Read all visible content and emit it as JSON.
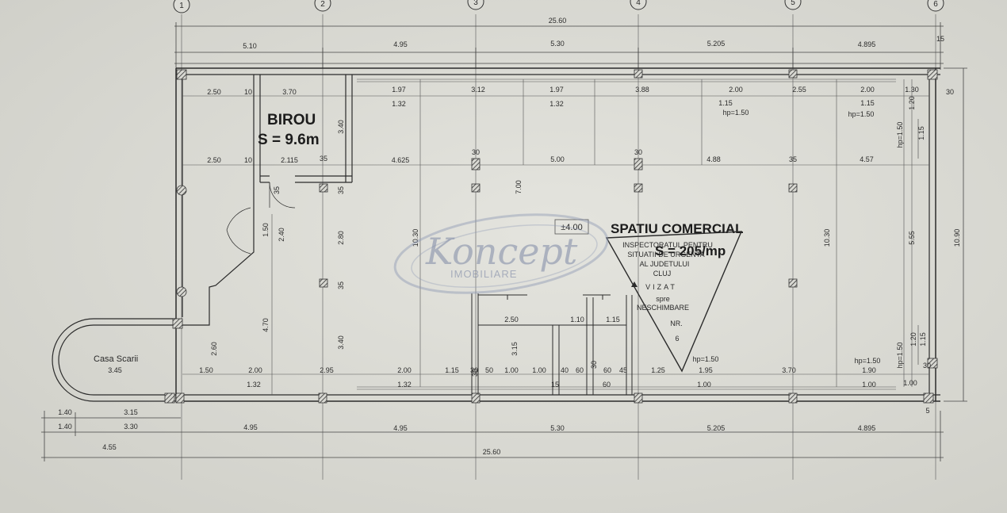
{
  "plan": {
    "axis_labels": [
      "1",
      "2",
      "3",
      "4",
      "5",
      "6"
    ],
    "overall_length": "25.60",
    "overall_width": "10.90",
    "top_segments": [
      "5.10",
      "4.95",
      "5.30",
      "5.205",
      "4.895"
    ],
    "bottom_segments": [
      "4.95",
      "4.95",
      "5.30",
      "5.205",
      "4.895"
    ],
    "bottom_left_dims": [
      "1.40",
      "3.15",
      "1.40",
      "3.30",
      "4.55"
    ],
    "edge_dims": [
      "15",
      "5"
    ],
    "window_row_top": [
      "2.50",
      "10",
      "3.70",
      "1.97",
      "3.12",
      "1.97",
      "3.88",
      "2.00",
      "2.55",
      "2.00",
      "1.30",
      "30"
    ],
    "window_row_top_sub": [
      "1.32",
      "1.32",
      "1.15",
      "hp=1.50",
      "1.15",
      "hp=1.50"
    ],
    "mid_row": [
      "2.50",
      "10",
      "2.115",
      "35",
      "4.625",
      "5.00",
      "4.88",
      "35",
      "4.57"
    ],
    "mid_row_small": [
      "30",
      "30",
      "35",
      "35",
      "35"
    ],
    "bottom_row": [
      "3.45",
      "1.50",
      "2.00",
      "2.95",
      "2.00",
      "1.15",
      "30",
      "50",
      "1.00",
      "1.00",
      "40",
      "60",
      "60",
      "45",
      "1.25",
      "1.95",
      "3.70",
      "1.90",
      "30"
    ],
    "bottom_row_sub": [
      "1.32",
      "1.32",
      "15",
      "60",
      "1.00",
      "1.00",
      "1.00"
    ],
    "hp_labels": [
      "hp=1.50",
      "hp=1.50"
    ],
    "inner_vertical": [
      "3.40",
      "1.50",
      "2.40",
      "2.80",
      "4.70",
      "3.40",
      "2.60",
      "7.00",
      "10.30",
      "3.15",
      "10.30",
      "5.55",
      "30"
    ],
    "right_vertical": [
      "1.20",
      "1.15",
      "hp=1.50",
      "1.20",
      "1.15",
      "hp=1.50"
    ],
    "inner_horizontal": [
      "2.50",
      "1.10",
      "1.15",
      "30"
    ],
    "level_mark": "±4.00",
    "office_title": "BIROU",
    "office_area": "S = 9.6m",
    "commercial_title": "SPATIU COMERCIAL",
    "commercial_area": "S = 205/mp",
    "stairs_label": "Casa Scarii",
    "stamp": {
      "lines": [
        "INSPECTORATUL PENTRU",
        "SITUATII DE URGENTA",
        "AL JUDETULUI",
        "CLUJ"
      ],
      "status": "VIZAT",
      "note_1": "spre",
      "note_2": "NESCHIMBARE",
      "number_label": "NR.",
      "number_value": "6"
    },
    "watermark": {
      "brand": "Koncept",
      "sub": "IMOBILIARE"
    }
  }
}
